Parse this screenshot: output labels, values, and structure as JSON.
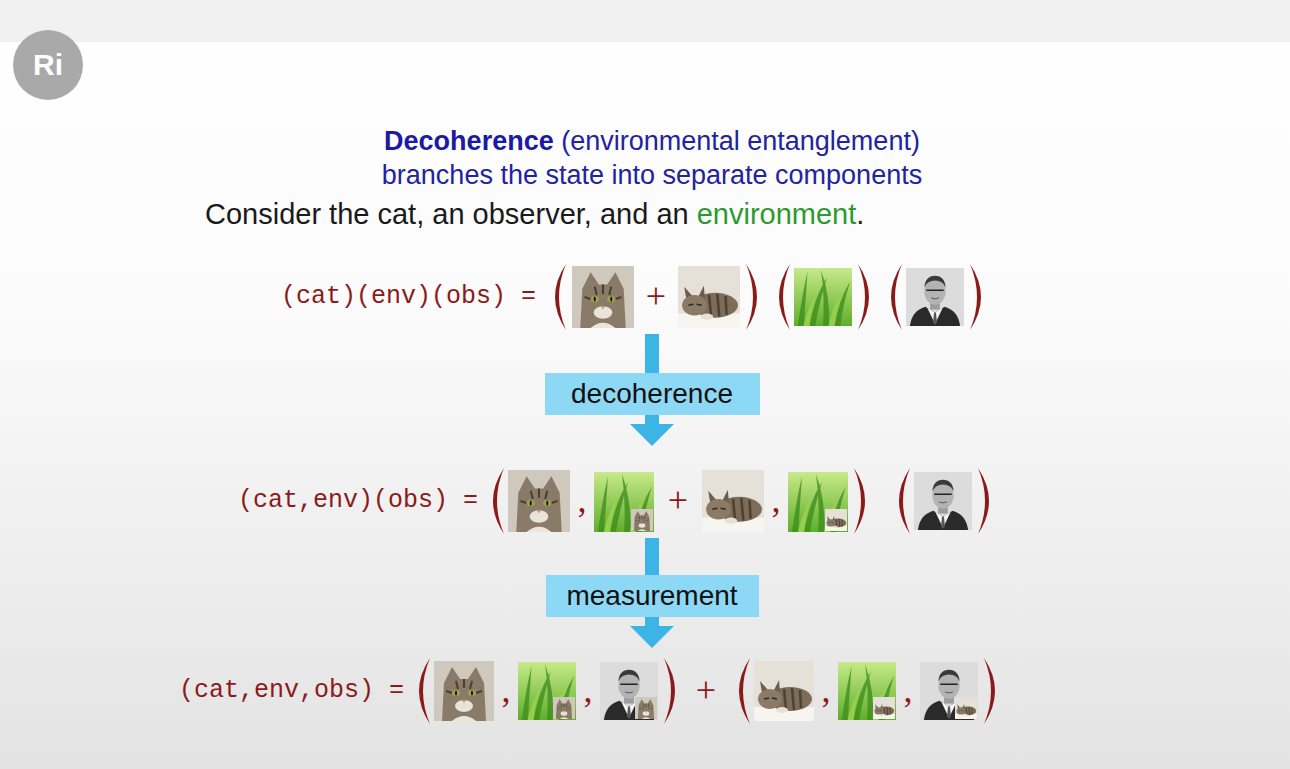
{
  "diagram": {
    "title": "Decoherence (environmental entanglement) branches the state into separate components",
    "nodes": [
      {
        "text": [
          "Ri"
        ]
      },
      {
        "text": [
          "decoherence"
        ]
      },
      {
        "text": [
          "measurement"
        ]
      }
    ],
    "labels": [
      "Consider the cat, an observer, and an environment.",
      "(cat)(env)(obs) =",
      "+",
      "(cat,env)(obs) =",
      ",",
      "+",
      ",",
      "(cat,env,obs) =",
      ",",
      ",",
      "+",
      ",",
      ","
    ]
  }
}
